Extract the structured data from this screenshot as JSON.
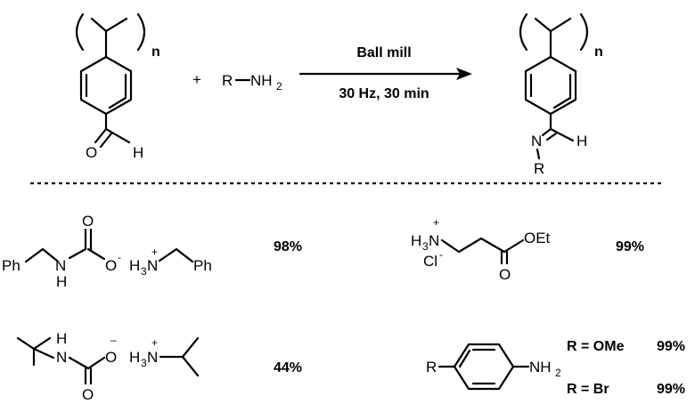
{
  "reaction": {
    "reagent_top": "Ball mill",
    "reagent_bottom": "30 Hz, 30 min",
    "plus_sign": "+",
    "amine_R": "R",
    "amine_N": "NH",
    "amine_sub": "2",
    "polymer_n": "n",
    "aldehyde_O": "O",
    "aldehyde_H": "H",
    "imine_N": "N",
    "imine_H": "H",
    "imine_R": "R"
  },
  "examples": [
    {
      "id": "benzylammonium-carbamate",
      "labels": {
        "ph1": "Ph",
        "nh_N": "N",
        "nh_H": "H",
        "O_top": "O",
        "O_minus": "O",
        "minus": "-",
        "H3": "H",
        "sub3": "3",
        "N_plus": "N",
        "plus": "+",
        "ph2": "Ph"
      },
      "yield": "98%"
    },
    {
      "id": "beta-alanine-ethyl-ester-hcl",
      "labels": {
        "H3": "H",
        "sub3": "3",
        "N_plus": "N",
        "plus": "+",
        "Cl": "Cl",
        "minus": "-",
        "OEt": "OEt",
        "O_bottom": "O"
      },
      "yield": "99%"
    },
    {
      "id": "isopropylammonium-carbamate",
      "labels": {
        "nh_H": "H",
        "nh_N": "N",
        "O_minus": "O",
        "minus": "–",
        "O_bottom": "O",
        "H3": "H",
        "sub3": "3",
        "N_plus": "N",
        "plus": "+"
      },
      "yield": "44%"
    },
    {
      "id": "para-substituted-aniline",
      "labels": {
        "R": "R",
        "N": "NH",
        "sub2": "2"
      },
      "variants": [
        {
          "label": "R = OMe",
          "yield": "99%"
        },
        {
          "label": "R = Br",
          "yield": "99%"
        }
      ]
    }
  ]
}
